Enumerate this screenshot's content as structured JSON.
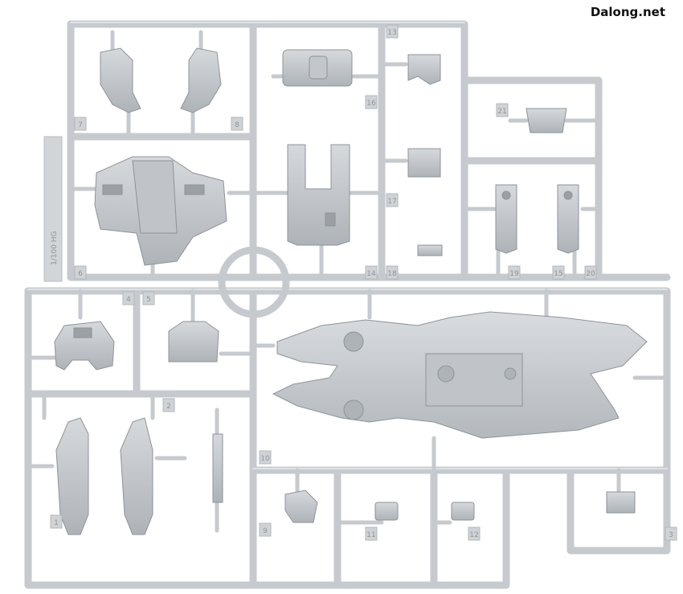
{
  "watermark": "Dalong.net",
  "sprue": {
    "frame_color": "#c9cdd1",
    "part_color": "#b6bbc0",
    "part_light": "#d3d6da",
    "part_dark": "#9ca1a6",
    "runner_tag_labels": [
      "1",
      "2",
      "3",
      "4",
      "5",
      "6",
      "7",
      "8",
      "9",
      "10",
      "11",
      "12",
      "13",
      "14",
      "15",
      "16",
      "17",
      "18",
      "19",
      "20",
      "21"
    ],
    "molded_text": "1/100 HG"
  }
}
